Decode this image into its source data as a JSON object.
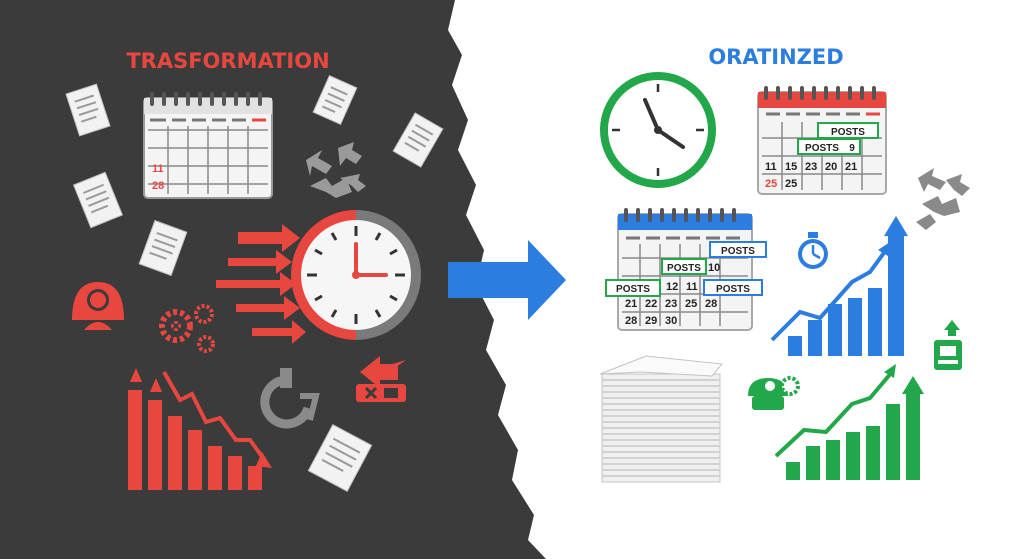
{
  "left_panel": {
    "title": "TRASFORMATION",
    "calendar": {
      "dates": [
        "11",
        "28"
      ]
    }
  },
  "right_panel": {
    "title": "ORATINZED",
    "calendar_top": {
      "tags": [
        "POSTS",
        "POSTS"
      ],
      "tag_suffix": "9",
      "row1": [
        "11",
        "15",
        "23",
        "20",
        "21"
      ],
      "row2": [
        "25",
        "25"
      ]
    },
    "calendar_mid": {
      "tags": [
        "POSTS",
        "POSTS",
        "POSTS",
        "POSTS"
      ],
      "row1": [
        "10"
      ],
      "row2": [
        "12",
        "11"
      ],
      "row3": [
        "21",
        "22",
        "23",
        "25",
        "28"
      ],
      "row4": [
        "28",
        "29",
        "30"
      ]
    }
  },
  "colors": {
    "left_bg": "#3b3b3b",
    "red": "#e8473f",
    "blue": "#2b7de0",
    "green": "#22a84a",
    "gray": "#7a7a7a"
  },
  "icons": {
    "left": [
      "paper-icon",
      "calendar-icon",
      "clock-icon",
      "speed-arrows-icon",
      "person-icon",
      "gears-icon",
      "broken-link-icon",
      "crossed-arrows-icon",
      "declining-chart-icon"
    ],
    "center": "right-arrow-icon",
    "right": [
      "clock-icon",
      "calendar-icon",
      "paper-stack-icon",
      "stopwatch-icon",
      "rising-chart-icon",
      "growth-chart-icon",
      "robot-icon",
      "inbox-icon"
    ]
  }
}
